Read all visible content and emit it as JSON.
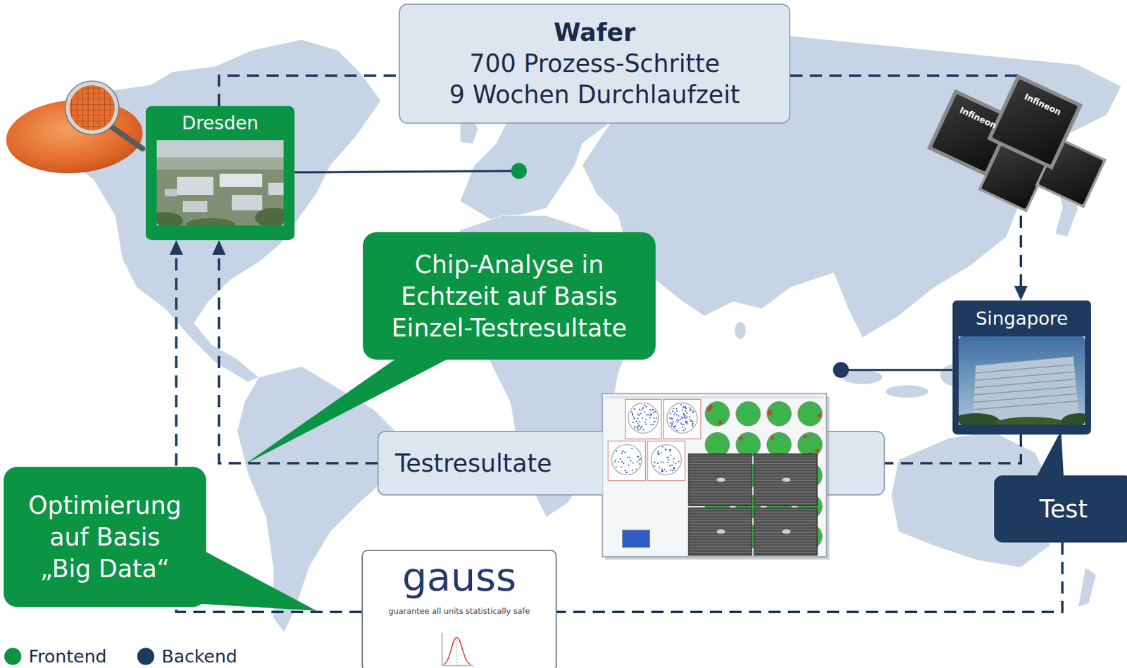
{
  "diagram": {
    "nodes": [
      {
        "text": [
          "Wafer",
          "700 Prozess-Schritte",
          "9 Wochen Durchlaufzeit"
        ]
      },
      {
        "text": [
          "Dresden"
        ]
      },
      {
        "text": [
          "Chip-Analyse in Echtzeit auf Basis Einzel-Testresultate"
        ]
      },
      {
        "text": [
          "Singapore"
        ]
      },
      {
        "text": [
          "Testresultate"
        ]
      },
      {
        "text": [
          "Test"
        ]
      },
      {
        "text": [
          "Optimierung auf Basis „Big Data“"
        ]
      },
      {
        "text": [
          "gauss",
          "guarantee all units statistically safe"
        ]
      }
    ],
    "edges": [
      {
        "from": 1,
        "to": 0,
        "arrow": "none"
      },
      {
        "from": 0,
        "to": 3,
        "arrow": "to"
      },
      {
        "from": 3,
        "to": 4,
        "arrow": "none"
      },
      {
        "from": 4,
        "to": 1,
        "arrow": "to"
      },
      {
        "from": 5,
        "to": 7,
        "arrow": "none"
      },
      {
        "from": 7,
        "to": 1,
        "arrow": "to"
      }
    ],
    "labels": [
      "Infineon",
      "Infineon"
    ],
    "legend": [
      {
        "text": "Frontend",
        "color": "#0b9444"
      },
      {
        "text": "Backend",
        "color": "#1f3a5f"
      }
    ]
  }
}
